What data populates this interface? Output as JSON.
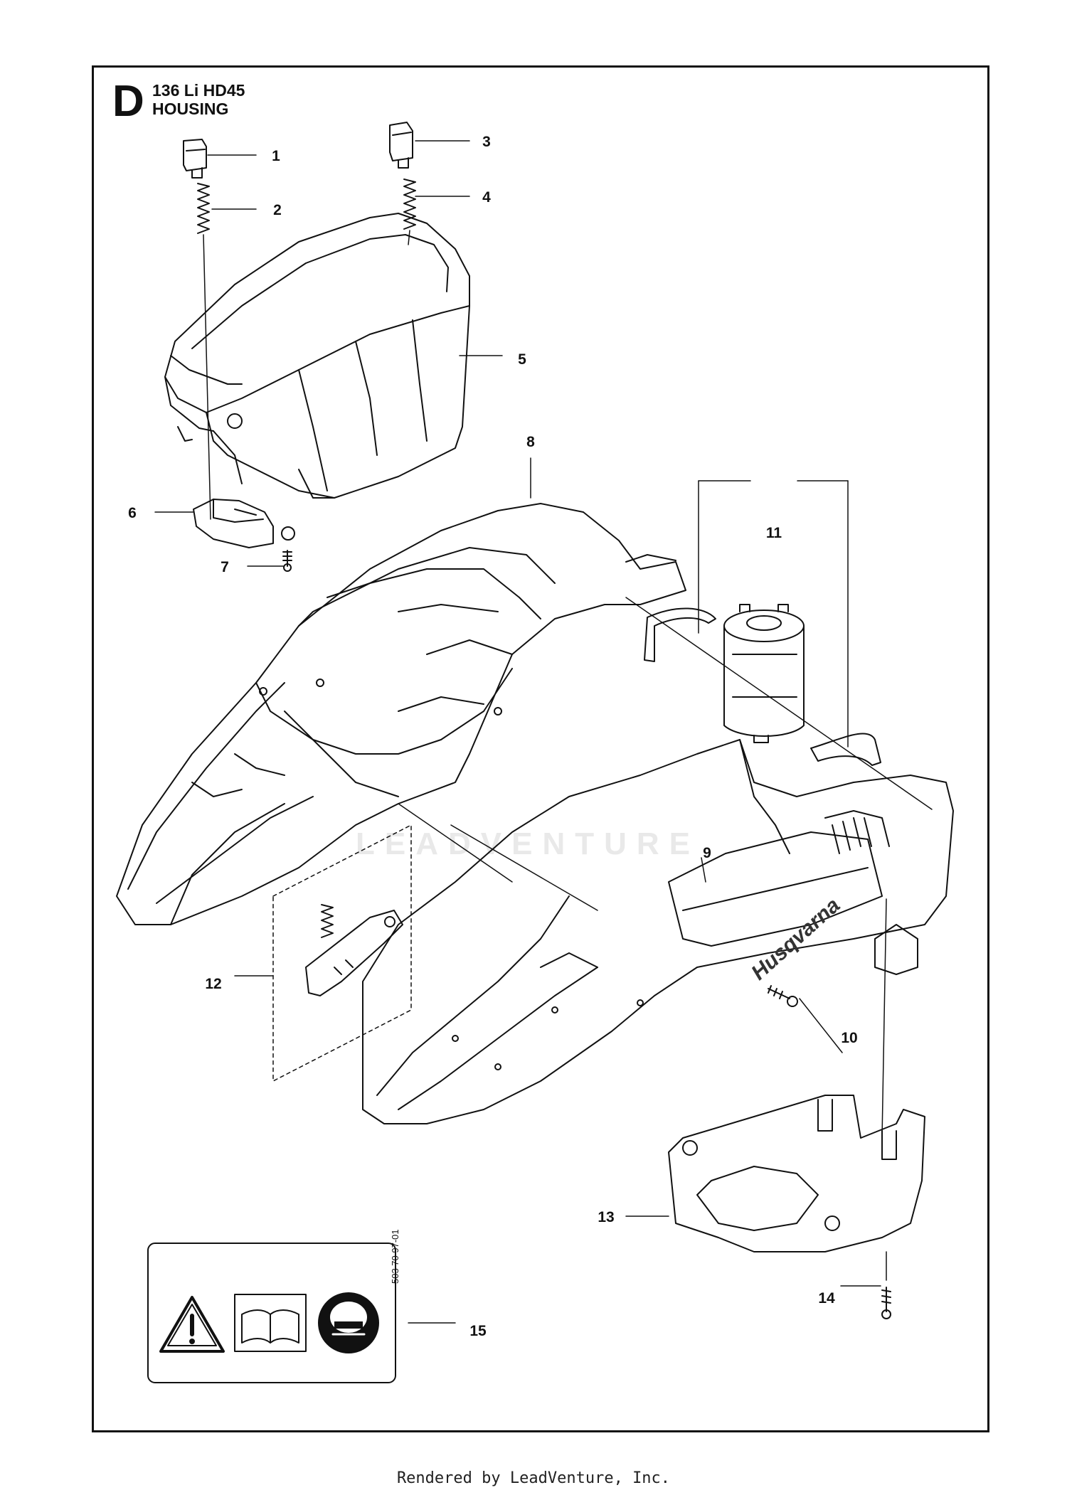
{
  "header": {
    "letter": "D",
    "model": "136 Li HD45",
    "section": "HOUSING"
  },
  "callouts": [
    "1",
    "2",
    "3",
    "4",
    "5",
    "6",
    "7",
    "8",
    "9",
    "10",
    "11",
    "12",
    "13",
    "14",
    "15"
  ],
  "decal_code": "503 70 97-01",
  "brand_text": "Husqvarna",
  "watermark": "LEADVENTURE",
  "footer": "Rendered by LeadVenture, Inc."
}
